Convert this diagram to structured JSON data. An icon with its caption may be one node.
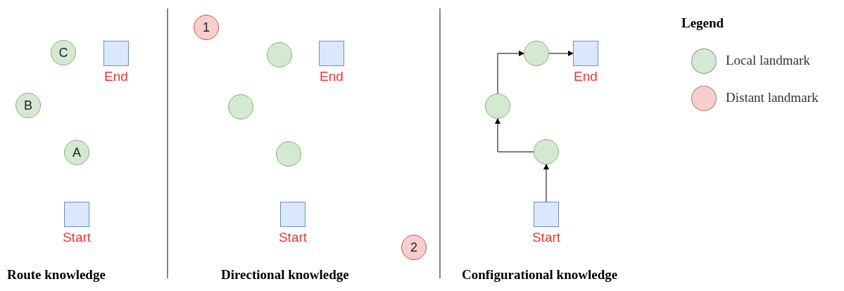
{
  "diagram": {
    "nodes": [
      {
        "text": [
          "C"
        ]
      },
      {
        "text": [
          "End"
        ]
      },
      {
        "text": [
          "B"
        ]
      },
      {
        "text": [
          "A"
        ]
      },
      {
        "text": [
          "Start"
        ]
      },
      {
        "text": [
          "1"
        ]
      },
      {
        "text": [],
        "shape": "circle"
      },
      {
        "text": [
          "End"
        ]
      },
      {
        "text": [],
        "shape": "circle"
      },
      {
        "text": [],
        "shape": "circle"
      },
      {
        "text": [
          "Start"
        ]
      },
      {
        "text": [
          "2"
        ]
      },
      {
        "text": [],
        "shape": "circle"
      },
      {
        "text": [
          "End"
        ]
      },
      {
        "text": [],
        "shape": "circle"
      },
      {
        "text": [],
        "shape": "circle"
      },
      {
        "text": [
          "Start"
        ]
      }
    ],
    "edges": [
      {
        "from": 16,
        "to": 15,
        "arrow": "to"
      },
      {
        "from": 15,
        "to": 14,
        "arrow": "to"
      },
      {
        "from": 14,
        "to": 12,
        "arrow": "to"
      },
      {
        "from": 12,
        "to": 13,
        "arrow": "to"
      }
    ],
    "labels": [
      "Legend",
      "Route knowledge",
      "Directional knowledge",
      "Configurational knowledge"
    ],
    "legend": [
      {
        "text": "Local landmark",
        "color": "#d5e8d4"
      },
      {
        "text": "Distant landmark",
        "color": "#f8cecc"
      }
    ]
  }
}
